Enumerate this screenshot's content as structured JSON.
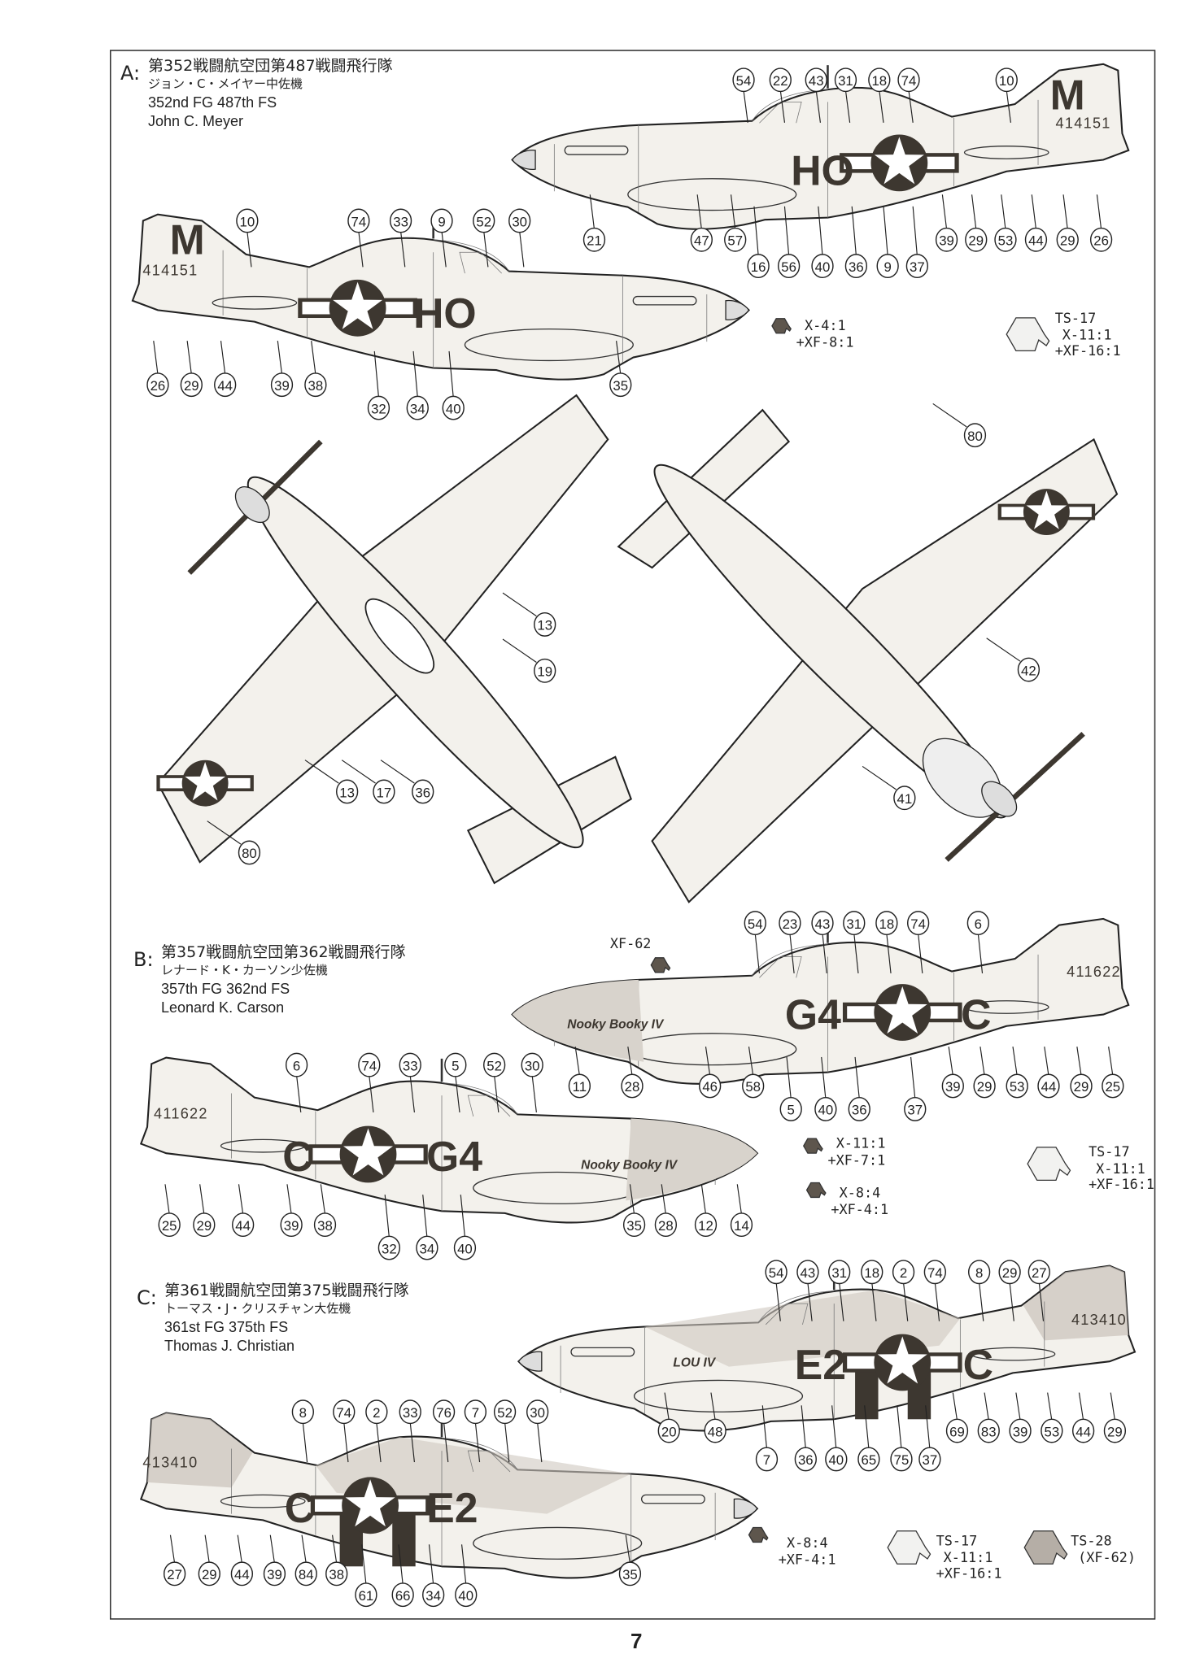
{
  "page_number": "7",
  "schemes": [
    {
      "letter": "A:",
      "title_ja": "第352戦闘航空団第487戦闘飛行隊",
      "pilot_ja": "ジョン・C・メイヤー中佐機",
      "unit_en": "352nd FG 487th FS",
      "pilot_en": "John C. Meyer",
      "markings": {
        "code": "HO",
        "tail_letter": "M",
        "serial": "414151"
      },
      "paints": [
        {
          "lines": [
            "X-4:1",
            "+XF-8:1"
          ]
        },
        {
          "name": "TS-17",
          "mix": [
            "X-11:1",
            "+XF-16:1"
          ]
        }
      ],
      "callouts": {
        "right": [
          "54",
          "22",
          "43",
          "31",
          "18",
          "74",
          "10",
          "21",
          "47",
          "57",
          "39",
          "29",
          "53",
          "44",
          "29",
          "26",
          "16",
          "56",
          "40",
          "36",
          "9",
          "37"
        ],
        "left": [
          "10",
          "74",
          "33",
          "9",
          "52",
          "30",
          "26",
          "29",
          "44",
          "39",
          "38",
          "35",
          "32",
          "34",
          "40"
        ]
      }
    },
    {
      "letter": "B:",
      "title_ja": "第357戦闘航空団第362戦闘飛行隊",
      "pilot_ja": "レナード・K・カーソン少佐機",
      "unit_en": "357th FG 362nd FS",
      "pilot_en": "Leonard K. Carson",
      "markings": {
        "code": "G4",
        "individual": "C",
        "serial": "411622",
        "nose_art": "Nooky Booky IV"
      },
      "paint_callout": "XF-62",
      "paints": [
        {
          "lines": [
            "X-11:1",
            "+XF-7:1"
          ]
        },
        {
          "lines": [
            "X-8:4",
            "+XF-4:1"
          ]
        },
        {
          "name": "TS-17",
          "mix": [
            "X-11:1",
            "+XF-16:1"
          ]
        }
      ],
      "callouts": {
        "right": [
          "54",
          "23",
          "43",
          "31",
          "18",
          "74",
          "6",
          "11",
          "28",
          "46",
          "58",
          "39",
          "29",
          "53",
          "44",
          "29",
          "25",
          "5",
          "40",
          "36",
          "37"
        ],
        "left": [
          "6",
          "74",
          "33",
          "5",
          "52",
          "30",
          "25",
          "29",
          "44",
          "39",
          "38",
          "35",
          "28",
          "12",
          "14",
          "32",
          "34",
          "40"
        ]
      }
    },
    {
      "letter": "C:",
      "title_ja": "第361戦闘航空団第375戦闘飛行隊",
      "pilot_ja": "トーマス・J・クリスチャン大佐機",
      "unit_en": "361st FG 375th FS",
      "pilot_en": "Thomas J. Christian",
      "markings": {
        "code": "E2",
        "individual": "C",
        "serial": "413410",
        "nose_art": "LOU IV"
      },
      "paints": [
        {
          "lines": [
            "X-8:4",
            "+XF-4:1"
          ]
        },
        {
          "name": "TS-17",
          "mix": [
            "X-11:1",
            "+XF-16:1"
          ]
        },
        {
          "name": "TS-28",
          "mix": [
            "(XF-62)"
          ]
        }
      ],
      "callouts": {
        "right": [
          "54",
          "43",
          "31",
          "18",
          "2",
          "74",
          "8",
          "29",
          "27",
          "20",
          "48",
          "69",
          "83",
          "39",
          "53",
          "44",
          "29",
          "7",
          "36",
          "40",
          "65",
          "75",
          "37"
        ],
        "left": [
          "8",
          "74",
          "2",
          "33",
          "76",
          "7",
          "52",
          "30",
          "27",
          "29",
          "44",
          "39",
          "84",
          "38",
          "35",
          "61",
          "66",
          "34",
          "40"
        ]
      }
    }
  ],
  "plan_views": {
    "top": [
      "13",
      "19",
      "13",
      "17",
      "36",
      "80"
    ],
    "bottom": [
      "80",
      "42",
      "41"
    ]
  },
  "colors": {
    "ink": "#222222",
    "marking": "#3d3730",
    "paint_dark": "#5e564d",
    "ts28": "#b5aea6",
    "ts17": "#f2f2f0"
  }
}
